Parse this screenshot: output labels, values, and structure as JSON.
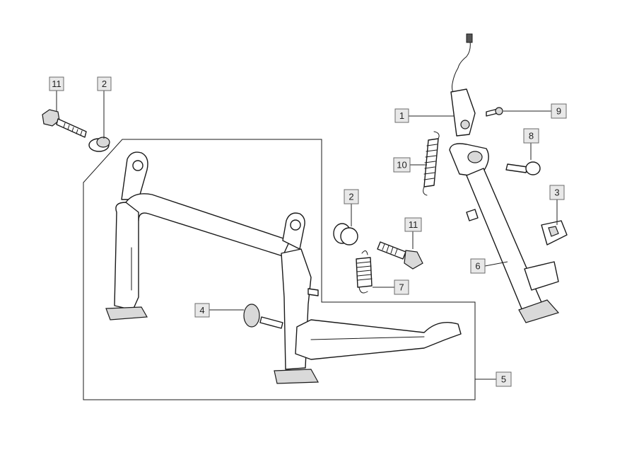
{
  "diagram": {
    "callouts": [
      {
        "id": "c11a",
        "label": "11"
      },
      {
        "id": "c2a",
        "label": "2"
      },
      {
        "id": "c1",
        "label": "1"
      },
      {
        "id": "c9",
        "label": "9"
      },
      {
        "id": "c8",
        "label": "8"
      },
      {
        "id": "c10",
        "label": "10"
      },
      {
        "id": "c3",
        "label": "3"
      },
      {
        "id": "c2b",
        "label": "2"
      },
      {
        "id": "c11b",
        "label": "11"
      },
      {
        "id": "c6",
        "label": "6"
      },
      {
        "id": "c7",
        "label": "7"
      },
      {
        "id": "c4",
        "label": "4"
      },
      {
        "id": "c5",
        "label": "5"
      }
    ]
  }
}
